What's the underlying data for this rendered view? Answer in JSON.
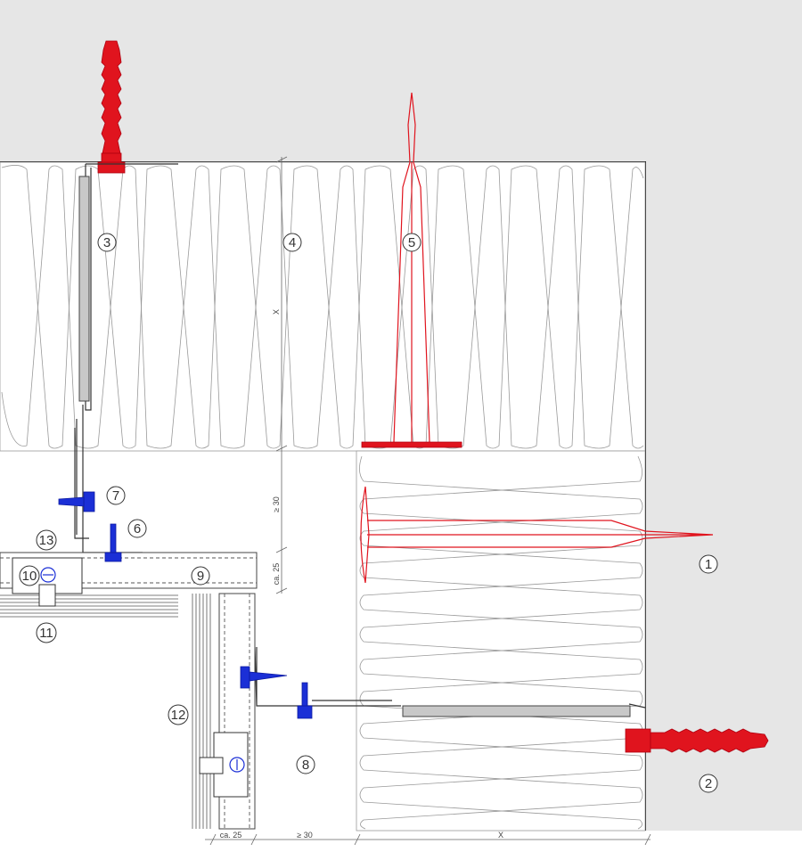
{
  "labels": {
    "n1": "1",
    "n2": "2",
    "n3": "3",
    "n4": "4",
    "n5": "5",
    "n6": "6",
    "n7": "7",
    "n8": "8",
    "n9": "9",
    "n10": "10",
    "n11": "11",
    "n12": "12",
    "n13": "13"
  },
  "dimensions": {
    "insulation_depth": "X",
    "gap_top": "≥ 30",
    "cladding_top": "ca. 25",
    "cladding_bottom": "ca. 25",
    "gap_bottom": "≥ 30",
    "insulation_depth_bottom": "X"
  },
  "colors": {
    "wall": "#e6e6e6",
    "anchor": "#e0141e",
    "screw": "#1b2fd6",
    "insulation_line": "#9a9a9a"
  }
}
